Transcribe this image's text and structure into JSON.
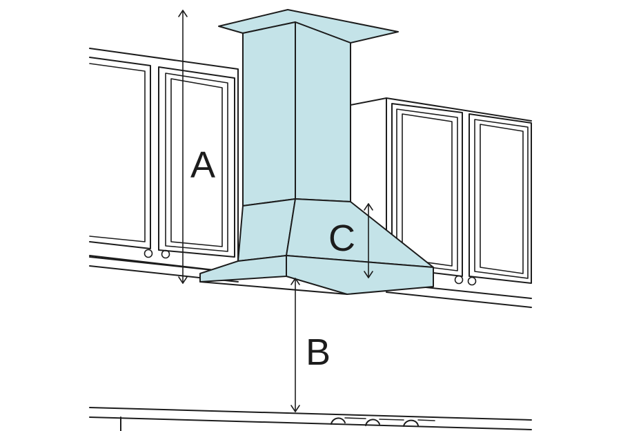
{
  "labels": {
    "a": "A",
    "b": "B",
    "c": "C"
  },
  "colors": {
    "hood": "#c4e3e8",
    "line": "#1c1c1c",
    "background": "#ffffff"
  }
}
